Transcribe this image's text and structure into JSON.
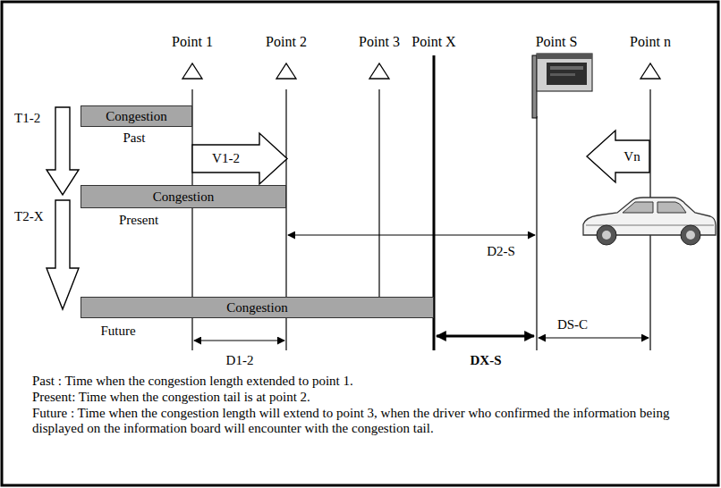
{
  "diagram": {
    "nodes": [
      {
        "text": [
          "Congestion"
        ]
      },
      {
        "text": [
          "V1-2"
        ]
      },
      {
        "text": [
          "Vn"
        ]
      },
      {
        "text": [
          "Congestion"
        ]
      },
      {
        "text": [
          "Congestion"
        ]
      }
    ],
    "labels": [
      "Point 1",
      "Point 2",
      "Point 3",
      "Point X",
      "Point S",
      "Point n",
      "T1-2",
      "Past",
      "T2-X",
      "Present",
      "D2-S",
      "Future",
      "D1-2",
      "DX-S",
      "DS-C",
      "Past : Time when the congestion length extended to point 1.",
      "Present: Time when the congestion tail is at point 2.",
      "Future : Time when the congestion length will extend to point 3, when the driver who confirmed the information being displayed on the information board will encounter with the congestion tail."
    ]
  }
}
